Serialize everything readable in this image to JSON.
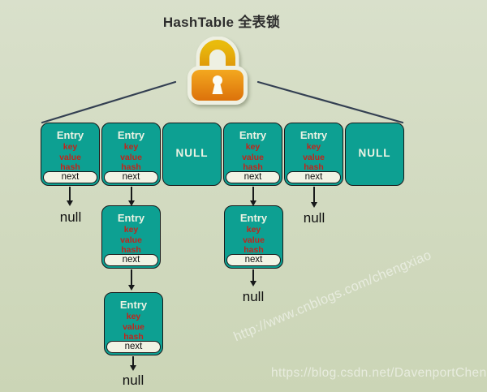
{
  "title": "HashTable 全表锁",
  "colors": {
    "background_top": "#d9e0cb",
    "background_bottom": "#cbd5b6",
    "cell_fill": "#0da092",
    "cell_border": "#17191a",
    "entry_title_text": "#ecf3e4",
    "field_text": "#c1241b",
    "next_pill_fill": "#f1f3e4",
    "fan_line": "#333f52",
    "lock_body": "#e8830f",
    "lock_shackle": "#e2a90e"
  },
  "lock": {
    "icon": "lock-icon"
  },
  "array": {
    "cells": [
      {
        "type": "entry",
        "title": "Entry",
        "fields": [
          "key",
          "value",
          "hash"
        ],
        "next_label": "next"
      },
      {
        "type": "entry",
        "title": "Entry",
        "fields": [
          "key",
          "value",
          "hash"
        ],
        "next_label": "next"
      },
      {
        "type": "null",
        "label": "NULL"
      },
      {
        "type": "entry",
        "title": "Entry",
        "fields": [
          "key",
          "value",
          "hash"
        ],
        "next_label": "next"
      },
      {
        "type": "entry",
        "title": "Entry",
        "fields": [
          "key",
          "value",
          "hash"
        ],
        "next_label": "next"
      },
      {
        "type": "null",
        "label": "NULL"
      }
    ]
  },
  "chains": {
    "bucket0": {
      "terminal": "null"
    },
    "bucket1": {
      "nodes": [
        {
          "title": "Entry",
          "fields": [
            "key",
            "value",
            "hash"
          ],
          "next_label": "next"
        },
        {
          "title": "Entry",
          "fields": [
            "key",
            "value",
            "hash"
          ],
          "next_label": "next"
        }
      ],
      "terminal": "null"
    },
    "bucket3": {
      "nodes": [
        {
          "title": "Entry",
          "fields": [
            "key",
            "value",
            "hash"
          ],
          "next_label": "next"
        }
      ],
      "terminal": "null"
    },
    "bucket4": {
      "terminal": "null"
    }
  },
  "watermarks": {
    "diagonal": "http://www.cnblogs.com/chengxiao",
    "bottom": "https://blog.csdn.net/DavenportChen"
  }
}
